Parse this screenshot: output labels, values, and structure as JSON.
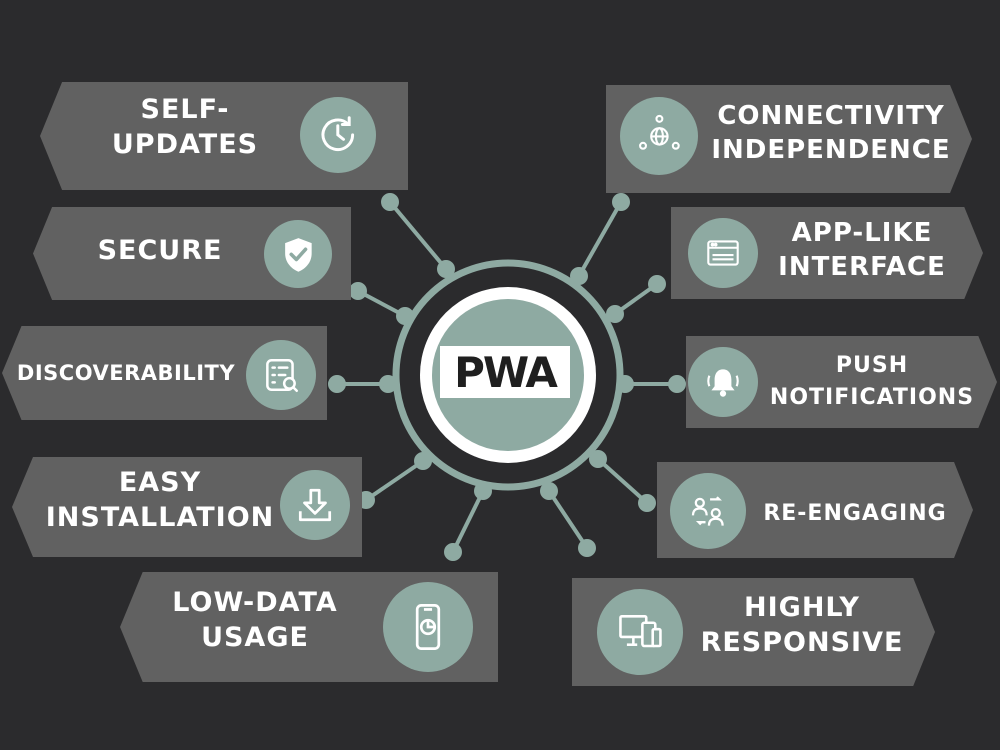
{
  "center": {
    "logo_text": "PWA"
  },
  "features": {
    "self_updates": "SELF-\nUPDATES",
    "secure": "SECURE",
    "discoverability": "DISCOVERABILITY",
    "easy_installation": "EASY\nINSTALLATION",
    "low_data_usage": "LOW-DATA\nUSAGE",
    "connectivity_independence": "CONNECTIVITY\nINDEPENDENCE",
    "app_like_interface": "APP-LIKE\nINTERFACE",
    "push_notifications": "PUSH\nNOTIFICATIONS",
    "re_engaging": "RE-ENGAGING",
    "highly_responsive": "HIGHLY\nRESPONSIVE"
  },
  "icons": {
    "self_updates": "clock-refresh-icon",
    "secure": "shield-check-icon",
    "discoverability": "list-search-icon",
    "easy_installation": "download-icon",
    "low_data_usage": "phone-chart-icon",
    "connectivity_independence": "globe-people-icon",
    "app_like_interface": "browser-window-icon",
    "push_notifications": "bell-icon",
    "re_engaging": "users-exchange-icon",
    "highly_responsive": "devices-icon"
  },
  "colors": {
    "background": "#2b2b2d",
    "card": "#616161",
    "accent": "#8eaaa2",
    "text": "#ffffff"
  }
}
